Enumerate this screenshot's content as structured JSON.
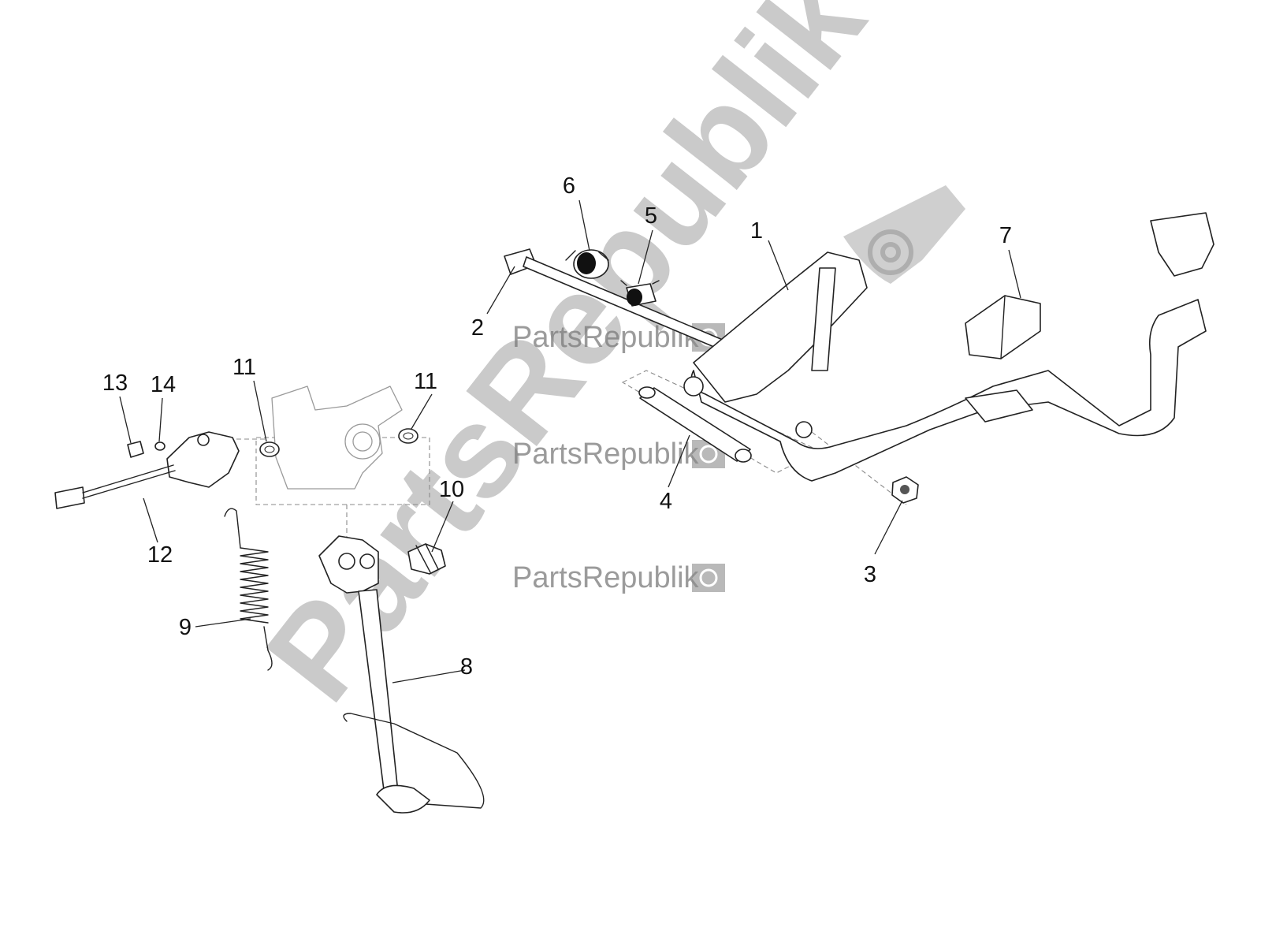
{
  "watermark": {
    "brand_small": "PartsRepublik",
    "brand_large": "PartsRepublik"
  },
  "callouts": {
    "c1": "1",
    "c2": "2",
    "c3": "3",
    "c4": "4",
    "c5": "5",
    "c6": "6",
    "c7": "7",
    "c8": "8",
    "c9": "9",
    "c10": "10",
    "c11a": "11",
    "c11b": "11",
    "c12": "12",
    "c13": "13",
    "c14": "14"
  },
  "icons": {
    "watermark_logo": "gear-flag-icon"
  }
}
